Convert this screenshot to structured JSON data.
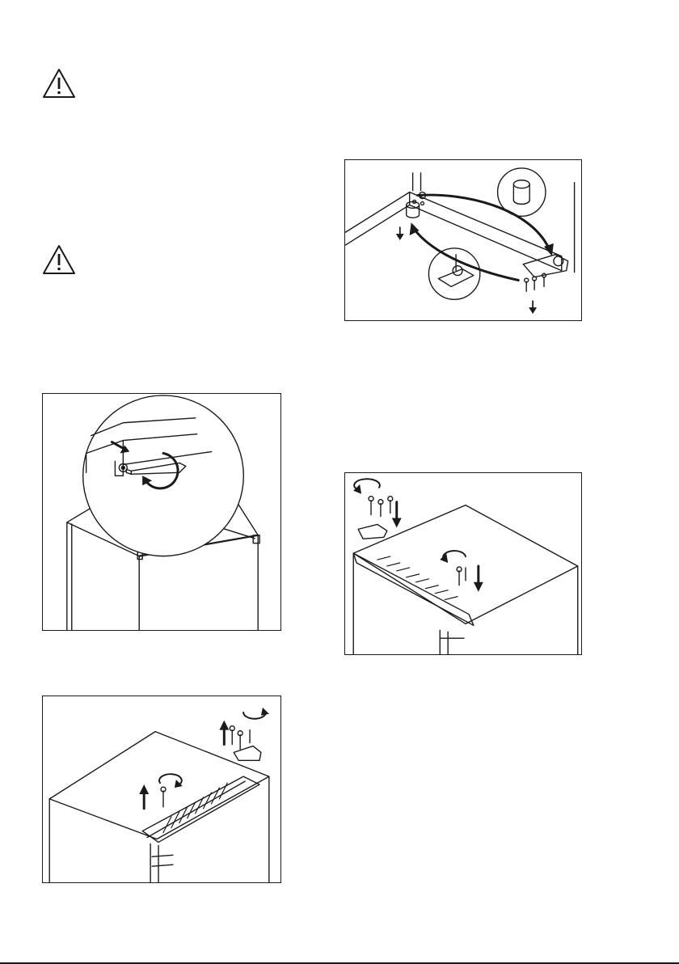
{
  "page": {
    "warnings": [
      {
        "icon": "warning-triangle-icon"
      },
      {
        "icon": "warning-triangle-icon"
      }
    ],
    "figures": [
      {
        "name": "remove-hinge-cover-screws",
        "icon": "screwdriver-turn-icon"
      },
      {
        "name": "remove-top-hinge",
        "icon": "unscrew-arrow-up-icon"
      },
      {
        "name": "move-lower-hinge-and-foot",
        "icon": "swap-hinge-foot-icon"
      },
      {
        "name": "install-top-hinge",
        "icon": "screw-arrow-down-icon"
      }
    ]
  }
}
